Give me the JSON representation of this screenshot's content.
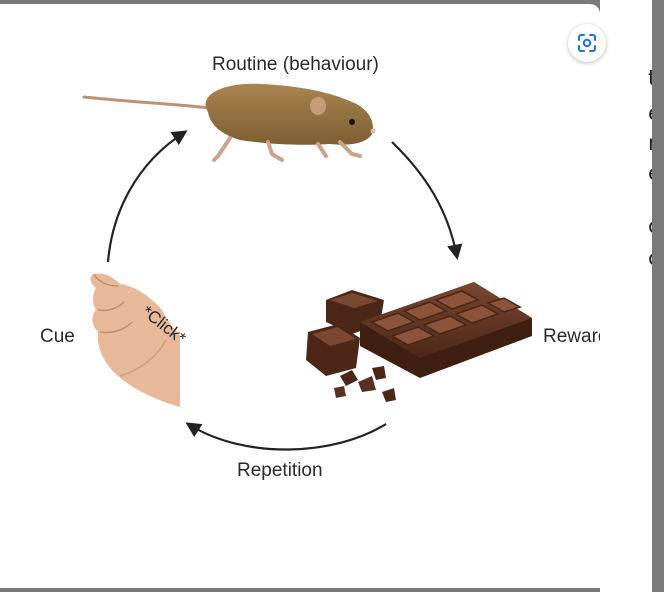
{
  "diagram": {
    "labels": {
      "routine": "Routine (behaviour)",
      "cue": "Cue",
      "reward": "Reward",
      "repetition": "Repetition",
      "click": "*Click*"
    }
  },
  "background_page": {
    "text_fragments": [
      "t",
      "e",
      "n",
      "e",
      "c",
      "c"
    ]
  },
  "toolbar": {
    "lens_icon": "google-lens-icon"
  },
  "colors": {
    "mouse": "#9a7640",
    "chocolate": "#5a3121",
    "skin": "#e8b998",
    "arrow": "#222222"
  }
}
